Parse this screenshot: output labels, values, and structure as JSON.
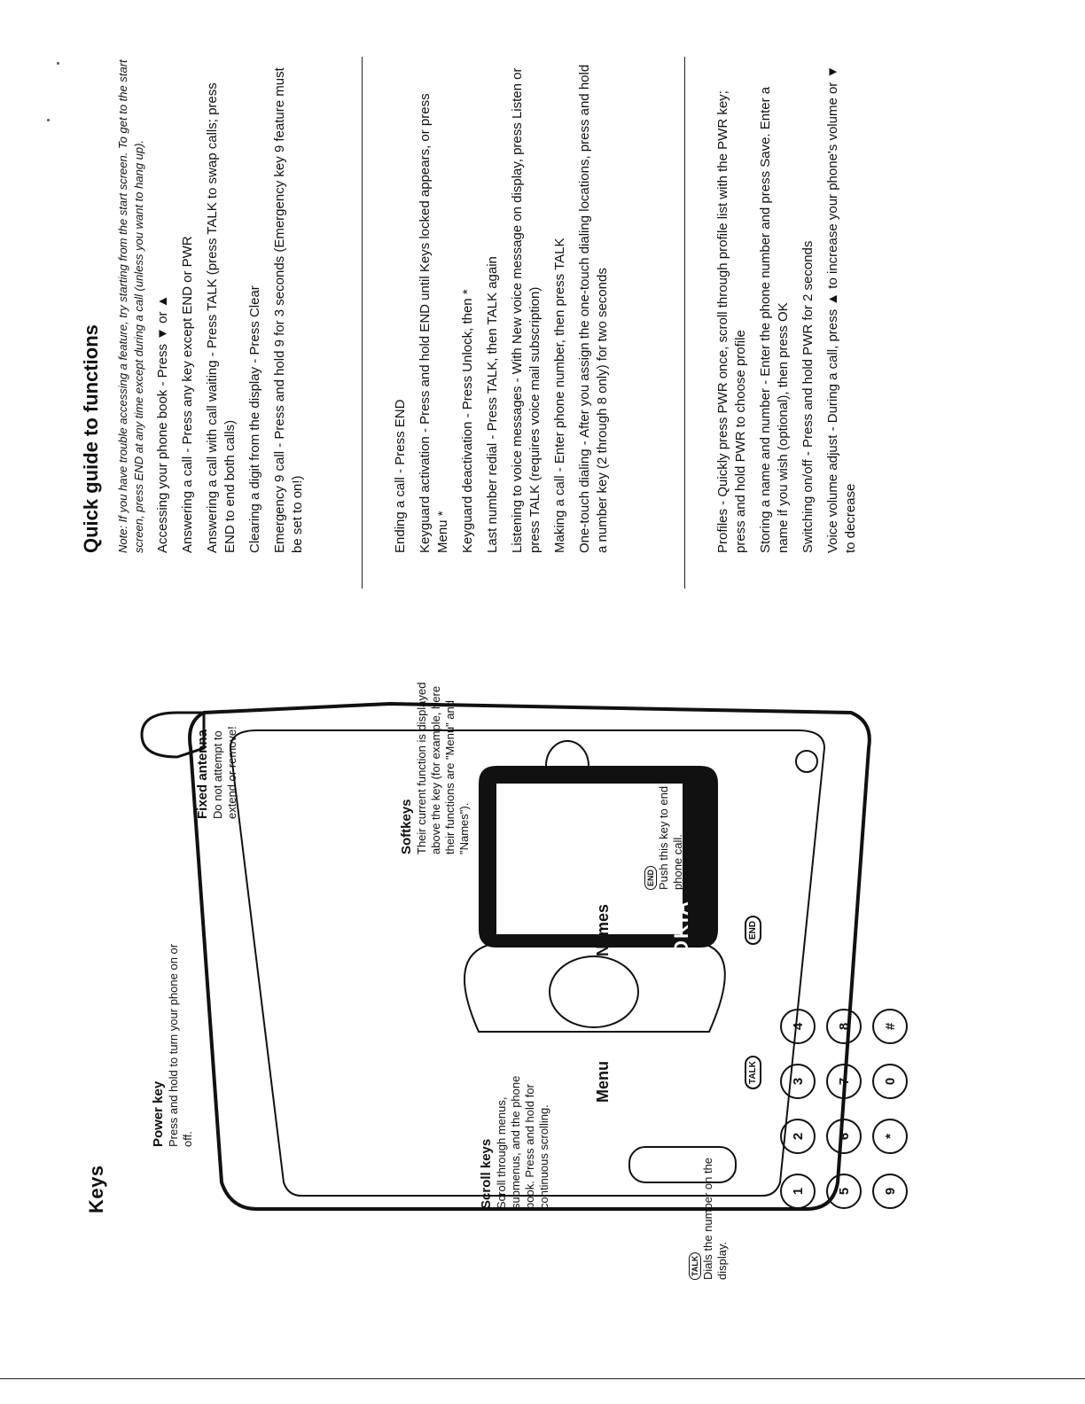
{
  "keys_section": {
    "title": "Keys",
    "power_key": {
      "heading": "Power key",
      "text": "Press and hold to turn your phone on or off."
    },
    "fixed_antenna": {
      "heading": "Fixed antenna",
      "text": "Do not attempt to extend or remove!"
    },
    "softkeys": {
      "heading": "Softkeys",
      "text": "Their current function is displayed above the key (for example, here their functions are \"Menu\" and \"Names\")."
    },
    "end_key": {
      "label": "END",
      "text": "Push this key to end a phone call."
    },
    "scroll_keys": {
      "heading": "Scroll keys",
      "text": "Scroll through menus, submenus, and the phone book. Press and hold for continuous scrolling."
    },
    "talk_key": {
      "label": "TALK",
      "text": "Dials the number on the display."
    },
    "phone": {
      "brand": "NOKIA",
      "softkey_left": "Menu",
      "softkey_right": "Names",
      "keys": [
        "1",
        "2",
        "3",
        "4",
        "5",
        "6",
        "7",
        "8",
        "9",
        "*",
        "0",
        "#"
      ],
      "talk": "TALK",
      "end": "END"
    }
  },
  "guide": {
    "title": "Quick guide to functions",
    "group1": {
      "note": "Note: If you have trouble accessing a feature, try starting from the start screen. To get to the start screen, press END at any time except during a call (unless you want to hang up).",
      "items": [
        "Accessing your phone book - Press ▼ or ▲",
        "Answering a call - Press any key except END or PWR",
        "Answering a call with call waiting - Press TALK (press TALK to swap calls; press END to end both calls)",
        "Clearing a digit from the display - Press Clear",
        "Emergency 9 call - Press and hold 9 for 3 seconds (Emergency key 9 feature must be set to on!)"
      ]
    },
    "group2": {
      "items": [
        "Ending a call - Press END",
        "Keyguard activation - Press and hold END until Keys locked appears, or press Menu *",
        "Keyguard deactivation - Press Unlock, then *",
        "Last number redial - Press TALK, then TALK again",
        "Listening to voice messages - With New voice message on display, press Listen or press TALK (requires voice mail subscription)",
        "Making a call - Enter phone number, then press TALK",
        "One-touch dialing - After you assign the one-touch dialing locations, press and hold a number key (2 through 8 only) for two seconds"
      ]
    },
    "group3": {
      "items": [
        "Profiles - Quickly press PWR once, scroll through profile list with the PWR key; press and hold PWR to choose profile",
        "Storing a name and number - Enter the phone number and press Save. Enter a name if you wish (optional), then press OK",
        "Switching on/off - Press and hold PWR for 2 seconds",
        "Voice volume adjust - During a call, press ▲ to increase your phone's volume or ▼ to decrease"
      ]
    }
  }
}
